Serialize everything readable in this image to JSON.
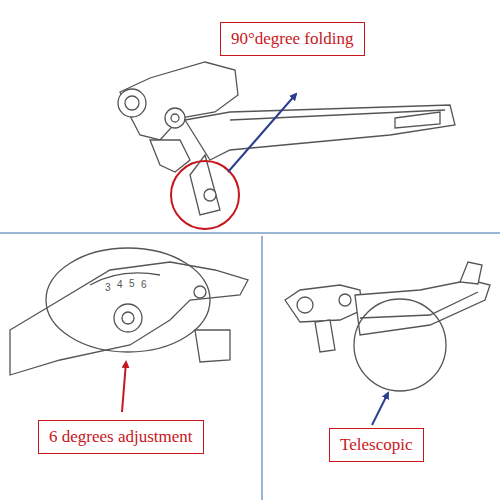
{
  "diagram": {
    "nodes": [
      {
        "text": [
          "90°degree folding"
        ]
      },
      {
        "text": [
          "6 degrees adjustment"
        ]
      },
      {
        "text": [
          "Telescopic"
        ]
      }
    ],
    "labels": [
      "3",
      "4",
      "5",
      "6"
    ]
  }
}
